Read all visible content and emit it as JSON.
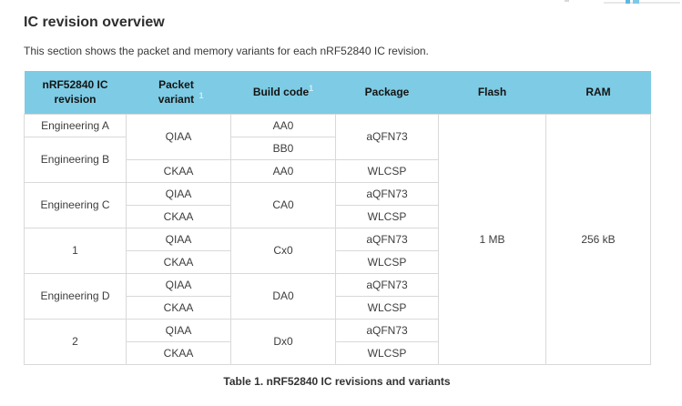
{
  "page": {
    "title": "IC revision overview",
    "intro": "This section shows the packet and memory variants for each nRF52840 IC revision.",
    "caption": "Table 1. nRF52840 IC revisions and variants"
  },
  "table": {
    "columns": [
      "nRF52840 IC revision",
      "Packet variant",
      "Build code",
      "Package",
      "Flash",
      "RAM"
    ],
    "footnote_marker": "1",
    "rows": [
      {
        "cells": [
          "Engineering A",
          "QIAA",
          "AA0",
          "aQFN73",
          "1 MB",
          "256 kB"
        ]
      },
      {
        "cells": [
          "Engineering B",
          "BB0"
        ]
      },
      {
        "cells": [
          "CKAA",
          "AA0",
          "WLCSP"
        ]
      },
      {
        "cells": [
          "Engineering C",
          "QIAA",
          "CA0",
          "aQFN73"
        ]
      },
      {
        "cells": [
          "CKAA",
          "WLCSP"
        ]
      },
      {
        "cells": [
          "1",
          "QIAA",
          "Cx0",
          "aQFN73"
        ]
      },
      {
        "cells": [
          "CKAA",
          "WLCSP"
        ]
      },
      {
        "cells": [
          "Engineering D",
          "QIAA",
          "DA0",
          "aQFN73"
        ]
      },
      {
        "cells": [
          "CKAA",
          "WLCSP"
        ]
      },
      {
        "cells": [
          "2",
          "QIAA",
          "Dx0",
          "aQFN73"
        ]
      },
      {
        "cells": [
          "CKAA",
          "WLCSP"
        ]
      }
    ]
  },
  "colors": {
    "header_bg": "#7dcbe4",
    "footnote_link": "#d2eff9",
    "cell_border": "#d9d9d9",
    "body_text": "#3d3d3d",
    "heading_text": "#2e2e2e",
    "fragment_blue": "#5db8e0",
    "fragment_gray": "#e8e8e8"
  }
}
